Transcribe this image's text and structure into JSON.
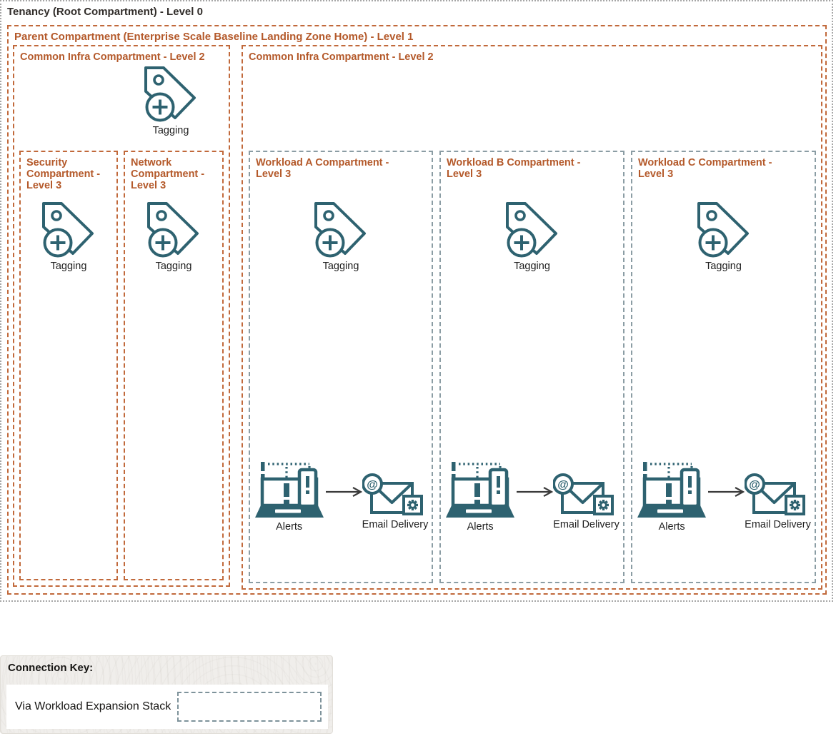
{
  "diagram": {
    "tenancy": {
      "title": "Tenancy (Root Compartment) - Level 0"
    },
    "parent": {
      "title": "Parent Compartment (Enterprise Scale Baseline Landing Zone Home) - Level 1"
    },
    "common_infra_left": {
      "title": "Common Infra Compartment - Level 2"
    },
    "common_infra_right": {
      "title": "Common Infra Compartment - Level 2"
    },
    "security": {
      "title": "Security Compartment - Level 3"
    },
    "network": {
      "title": "Network Compartment - Level 3"
    },
    "workloads": [
      {
        "title": "Workload A Compartment - Level 3"
      },
      {
        "title": "Workload B Compartment - Level 3"
      },
      {
        "title": "Workload C Compartment - Level 3"
      }
    ]
  },
  "labels": {
    "tagging": "Tagging",
    "alerts": "Alerts",
    "email_delivery": "Email Delivery"
  },
  "legend": {
    "title": "Connection Key:",
    "items": [
      {
        "label": "Via Workload Expansion Stack",
        "swatch_style": "dashed-slate-rectangle"
      }
    ]
  },
  "icons": [
    "tagging-icon",
    "alerts-icon",
    "email-delivery-icon",
    "flow-arrow"
  ],
  "colors": {
    "title_dark": "#312d2a",
    "title_orange": "#b4592a",
    "border_orange_dashed": "#c1693b",
    "border_slate_dashed": "#8b9da4",
    "border_gray_dotted": "#a5a5a5",
    "icon_teal": "#2e6270",
    "legend_bg": "#f0eeeb",
    "arrow_dark": "#3a3a3a"
  }
}
